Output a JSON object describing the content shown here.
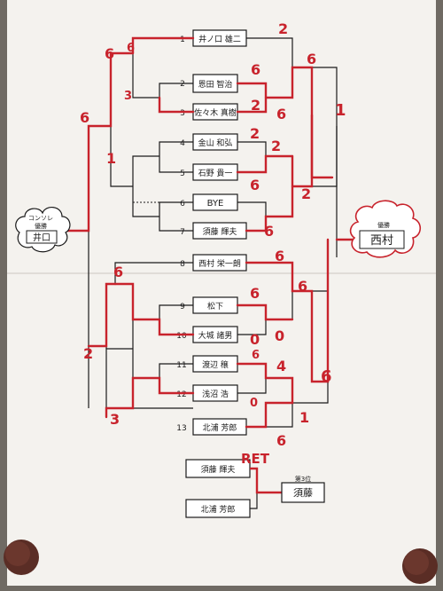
{
  "entrants": [
    {
      "seed": "1",
      "name": "井ノ口 雄二"
    },
    {
      "seed": "2",
      "name": "恩田 智治"
    },
    {
      "seed": "3",
      "name": "佐々木 真樹"
    },
    {
      "seed": "4",
      "name": "金山 和弘"
    },
    {
      "seed": "5",
      "name": "石野 貴一"
    },
    {
      "seed": "6",
      "name": "BYE"
    },
    {
      "seed": "7",
      "name": "須藤 輝夫"
    },
    {
      "seed": "8",
      "name": "西村 栄一朗"
    },
    {
      "seed": "9",
      "name": "松下"
    },
    {
      "seed": "10",
      "name": "大城 諸男"
    },
    {
      "seed": "11",
      "name": "渡辺 穣"
    },
    {
      "seed": "12",
      "name": "浅沼 浩"
    },
    {
      "seed": "13",
      "name": "北浦 芳郎"
    }
  ],
  "scores": {
    "r1_top_1": "6",
    "r1_top_2": "3",
    "r1_top_3": "6",
    "r1_top_4": "1",
    "m23_a": "6",
    "m23_b": "2",
    "m45_a": "2",
    "m45_b": "6",
    "m67_a": "6",
    "s_top_a": "2",
    "s_top_b": "6",
    "s_mid_a": "2",
    "s_mid_b": "6",
    "top_final_a": "6",
    "top_final_b": "1",
    "m910_a": "6",
    "m910_b": "0",
    "m1112_a": "6",
    "m1112_b": "0",
    "s_bot_a": "6",
    "s_bot_b": "0",
    "s_bot2_a": "4",
    "s_bot2_b": "1",
    "s_bot3_a": "6",
    "s_bot3_b": "6",
    "bot_r1_a": "6",
    "bot_r1_b": "2",
    "bot_r1_c": "3",
    "final": "6",
    "cons_score": "6"
  },
  "consolation": {
    "label": "コンソレ",
    "sub": "優勝",
    "winner": "井口"
  },
  "champion": {
    "label": "優勝",
    "name": "西村"
  },
  "third_place": {
    "label": "第3位",
    "players": [
      "須藤 輝夫",
      "北浦 芳郎"
    ],
    "ret": "RET",
    "winner": "須藤"
  },
  "colors": {
    "paper": "#f4f2ee",
    "ink": "#1b1b1b",
    "red": "#c8232c",
    "wall": "#6f6a63",
    "pin": "#5a2d25"
  }
}
